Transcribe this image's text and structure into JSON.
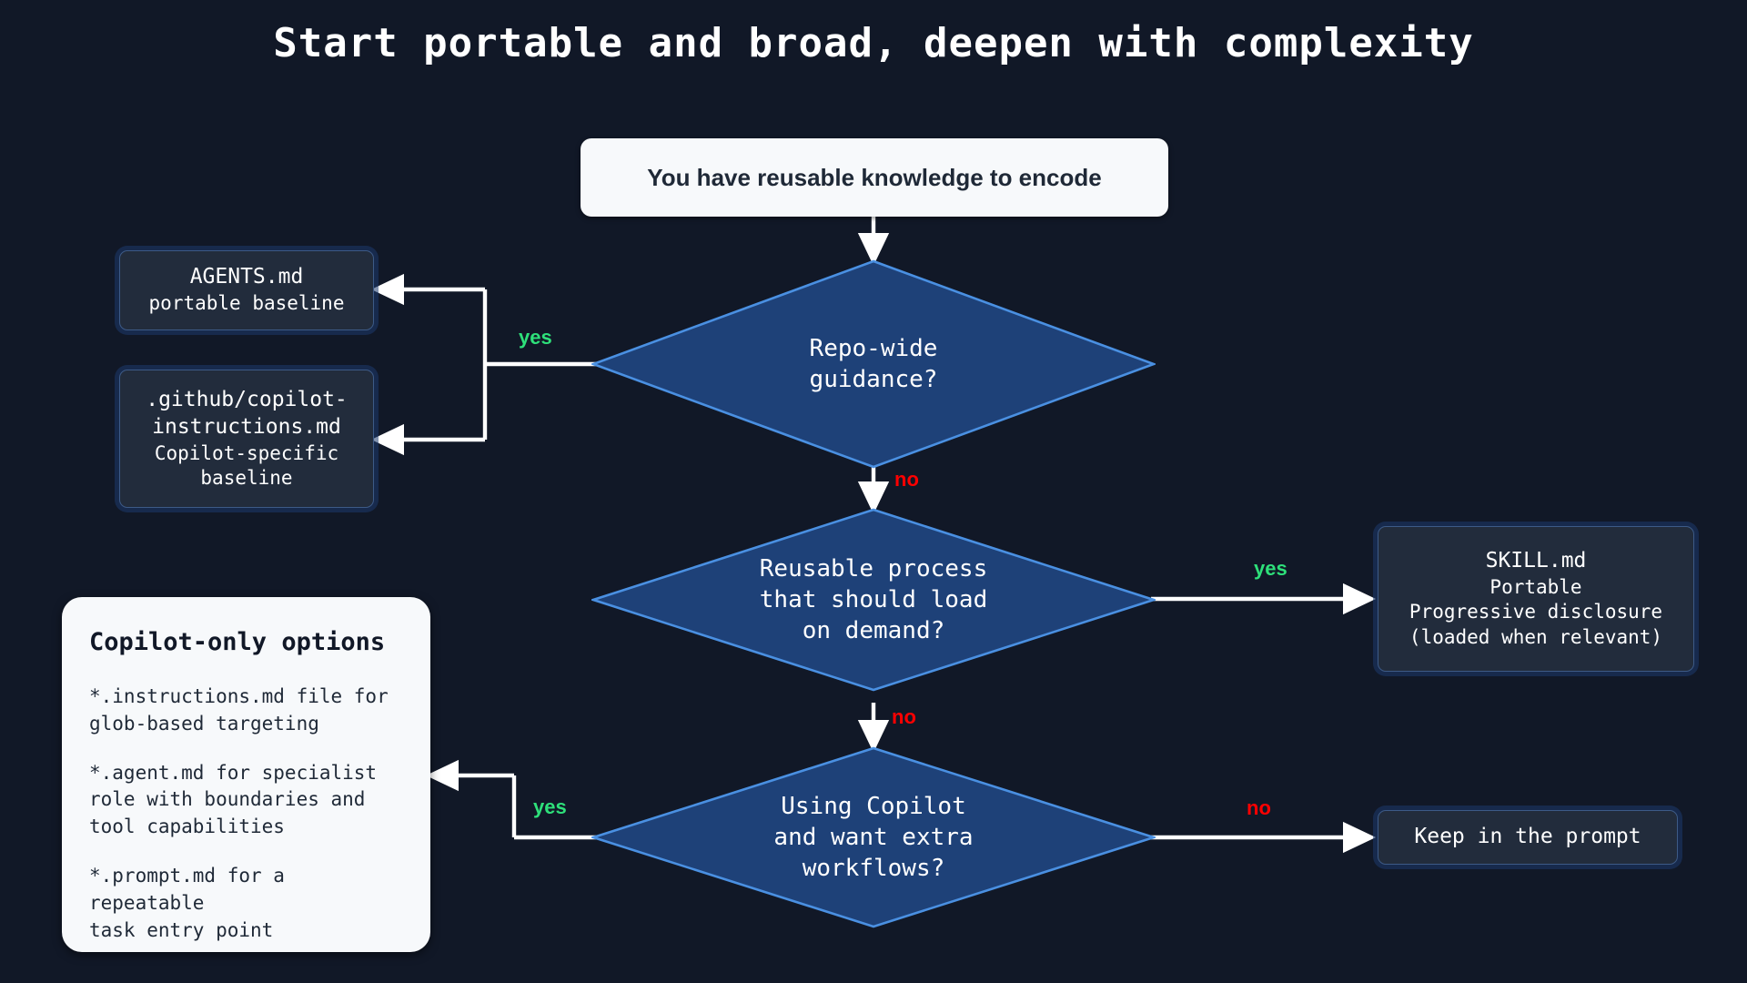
{
  "theme": {
    "background": "#111827",
    "diamond_fill": "#1e4178",
    "diamond_stroke": "#4a90e2",
    "edge_color": "#ffffff",
    "yes_color": "#2ee07a",
    "no_color": "#ff0000",
    "card_bg": "#f7f9fb",
    "dark_box_bg": "#222c3c",
    "dark_box_border": "#3d5a86"
  },
  "title": "Start portable and broad, deepen with complexity",
  "nodes": {
    "start": {
      "label": "You have reusable knowledge to encode"
    },
    "agents_md": {
      "title": "AGENTS.md",
      "subtitle": "portable baseline"
    },
    "copilot_instructions": {
      "title": ".github/copilot-\ninstructions.md",
      "subtitle": "Copilot-specific\nbaseline"
    },
    "decision_repo": {
      "label": "Repo-wide\nguidance?"
    },
    "decision_process": {
      "label": "Reusable process\nthat should load\non demand?"
    },
    "skill_md": {
      "title": "SKILL.md",
      "subtitle": "Portable\nProgressive disclosure\n(loaded when relevant)"
    },
    "decision_copilot": {
      "label": "Using Copilot\nand want extra\nworkflows?"
    },
    "keep_prompt": {
      "title": "Keep in the prompt"
    },
    "copilot_card": {
      "heading": "Copilot-only options",
      "items": [
        "*.instructions.md file for\nglob-based targeting",
        "*.agent.md for specialist\nrole with boundaries and\ntool capabilities",
        "*.prompt.md for a repeatable\ntask entry point"
      ]
    }
  },
  "edges": {
    "repo_yes": "yes",
    "repo_no": "no",
    "process_yes": "yes",
    "process_no": "no",
    "copilot_yes": "yes",
    "copilot_no": "no"
  },
  "chart_data": {
    "type": "table",
    "title": "Start portable and broad, deepen with complexity",
    "flow": [
      {
        "from": "You have reusable knowledge to encode",
        "to": "Repo-wide guidance?",
        "label": ""
      },
      {
        "from": "Repo-wide guidance?",
        "to": "AGENTS.md portable baseline",
        "label": "yes"
      },
      {
        "from": "Repo-wide guidance?",
        "to": ".github/copilot-instructions.md Copilot-specific baseline",
        "label": "yes"
      },
      {
        "from": "Repo-wide guidance?",
        "to": "Reusable process that should load on demand?",
        "label": "no"
      },
      {
        "from": "Reusable process that should load on demand?",
        "to": "SKILL.md Portable Progressive disclosure (loaded when relevant)",
        "label": "yes"
      },
      {
        "from": "Reusable process that should load on demand?",
        "to": "Using Copilot and want extra workflows?",
        "label": "no"
      },
      {
        "from": "Using Copilot and want extra workflows?",
        "to": "Copilot-only options",
        "label": "yes"
      },
      {
        "from": "Using Copilot and want extra workflows?",
        "to": "Keep in the prompt",
        "label": "no"
      }
    ]
  }
}
